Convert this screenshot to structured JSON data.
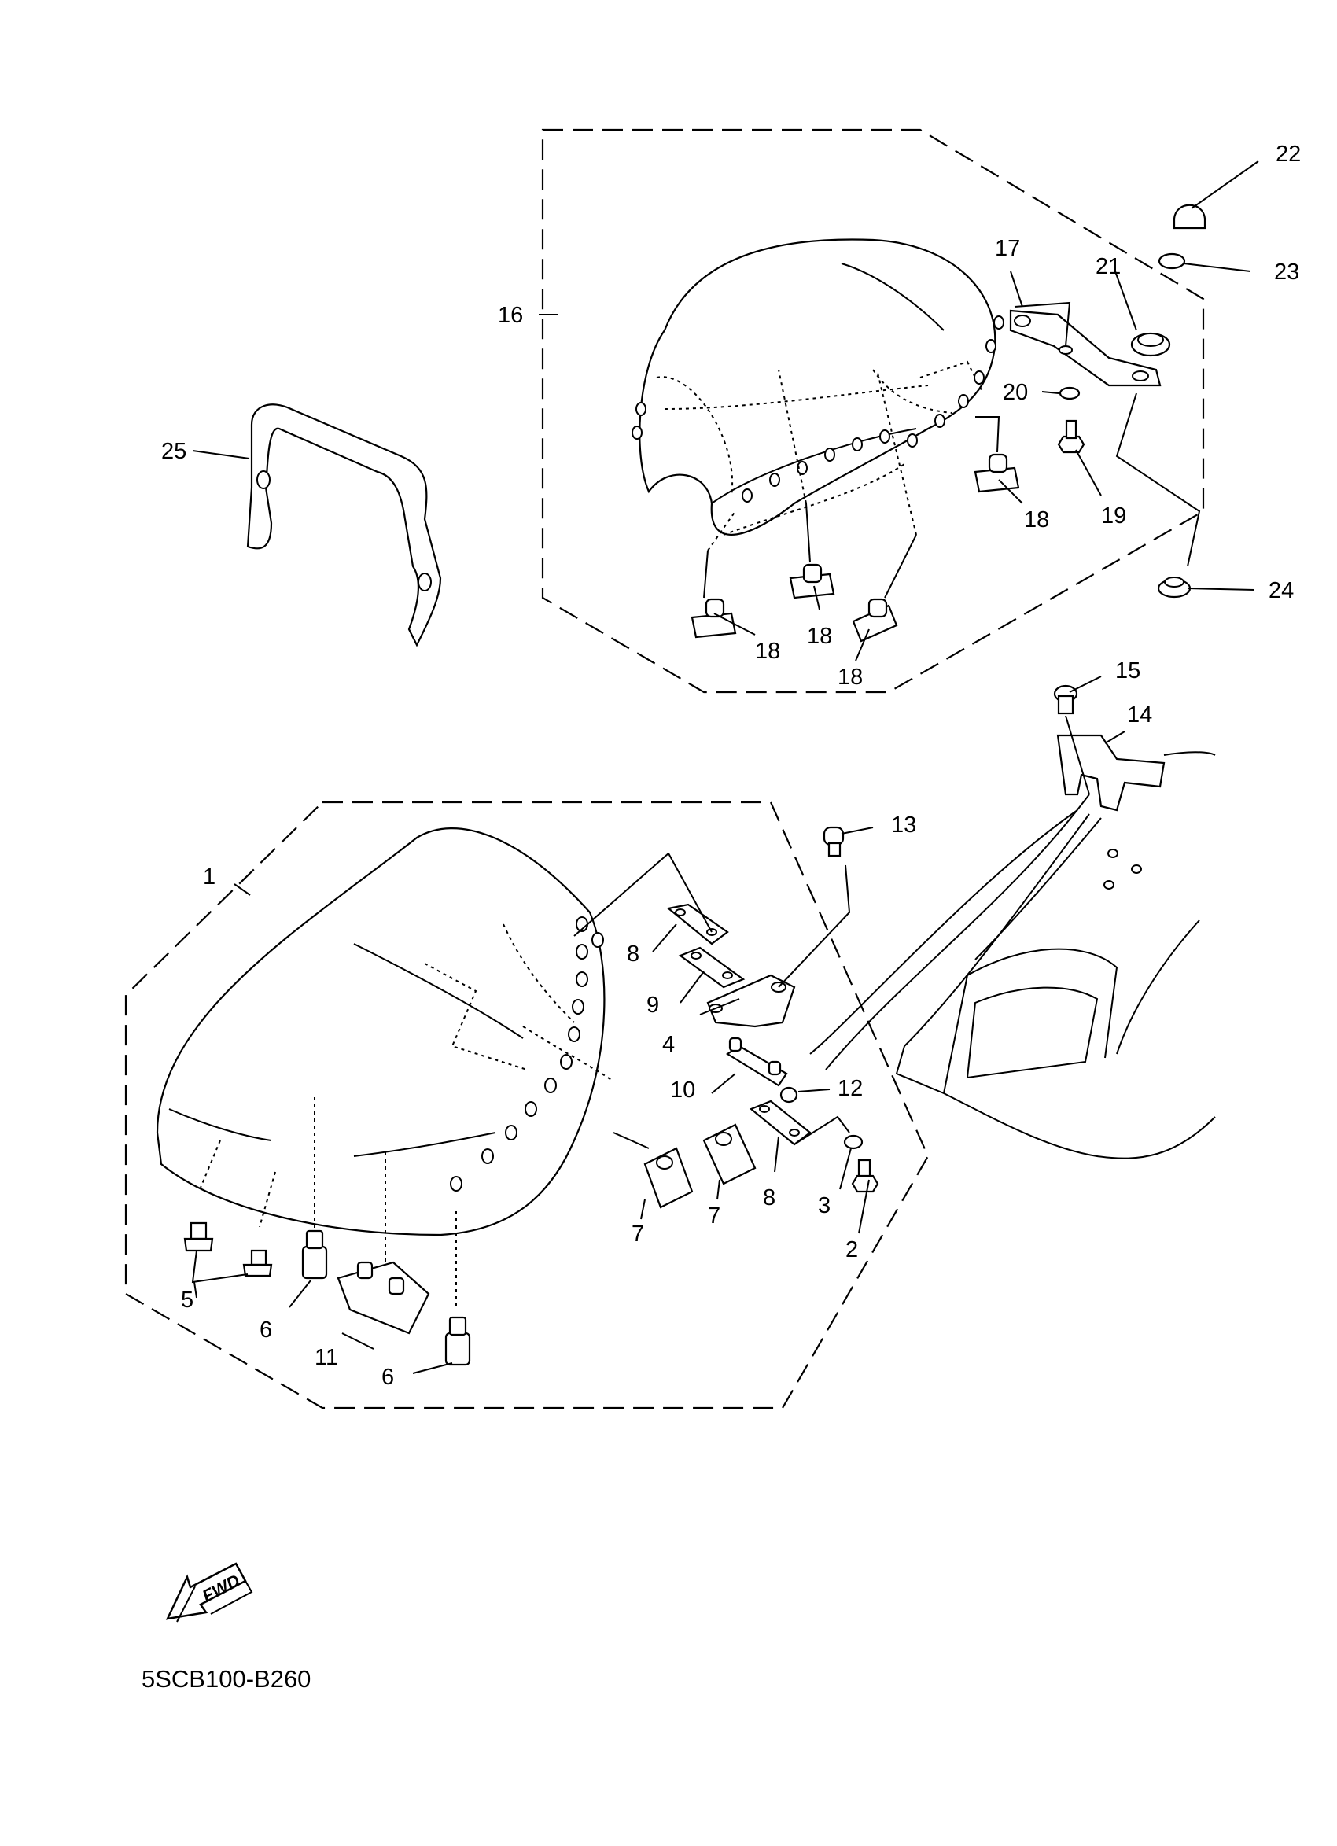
{
  "diagram": {
    "callouts": {
      "c1": "1",
      "c2": "2",
      "c3": "3",
      "c4": "4",
      "c5": "5",
      "c6a": "6",
      "c6b": "6",
      "c7a": "7",
      "c7b": "7",
      "c8a": "8",
      "c8b": "8",
      "c9": "9",
      "c10": "10",
      "c11": "11",
      "c12": "12",
      "c13": "13",
      "c14": "14",
      "c15": "15",
      "c16": "16",
      "c17": "17",
      "c18a": "18",
      "c18b": "18",
      "c18c": "18",
      "c18d": "18",
      "c19": "19",
      "c20": "20",
      "c21": "21",
      "c22": "22",
      "c23": "23",
      "c24": "24",
      "c25": "25"
    },
    "fwd_label": "FWD",
    "drawing_code": "5SCB100-B260"
  }
}
